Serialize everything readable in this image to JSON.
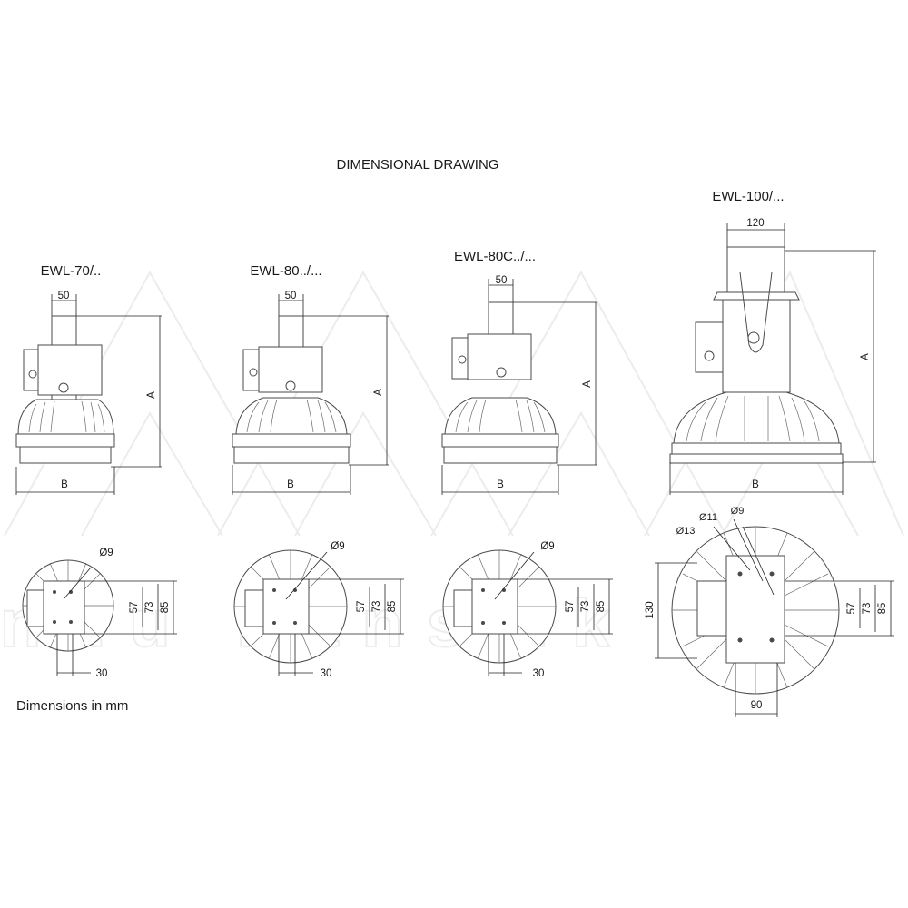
{
  "title": "DIMENSIONAL DRAWING",
  "footer_note": "Dimensions in mm",
  "watermark_text": "ndu hansiik",
  "models": [
    {
      "name": "EWL-70/..",
      "top_dim": "50",
      "height_dim": "A",
      "width_dim": "B",
      "hole_dia": "Ø9",
      "mount_dims": [
        "57",
        "73",
        "85"
      ],
      "bottom_dim": "30"
    },
    {
      "name": "EWL-80../...",
      "top_dim": "50",
      "height_dim": "A",
      "width_dim": "B",
      "hole_dia": "Ø9",
      "mount_dims": [
        "57",
        "73",
        "85"
      ],
      "bottom_dim": "30"
    },
    {
      "name": "EWL-80C../...",
      "top_dim": "50",
      "height_dim": "A",
      "width_dim": "B",
      "hole_dia": "Ø9",
      "mount_dims": [
        "57",
        "73",
        "85"
      ],
      "bottom_dim": "30"
    },
    {
      "name": "EWL-100/...",
      "top_dim": "120",
      "height_dim": "A",
      "width_dim": "B",
      "hole_dias": [
        "Ø11",
        "Ø9",
        "Ø13"
      ],
      "mount_dims": [
        "57",
        "73",
        "85"
      ],
      "side_dim": "130",
      "bottom_dim": "90"
    }
  ]
}
